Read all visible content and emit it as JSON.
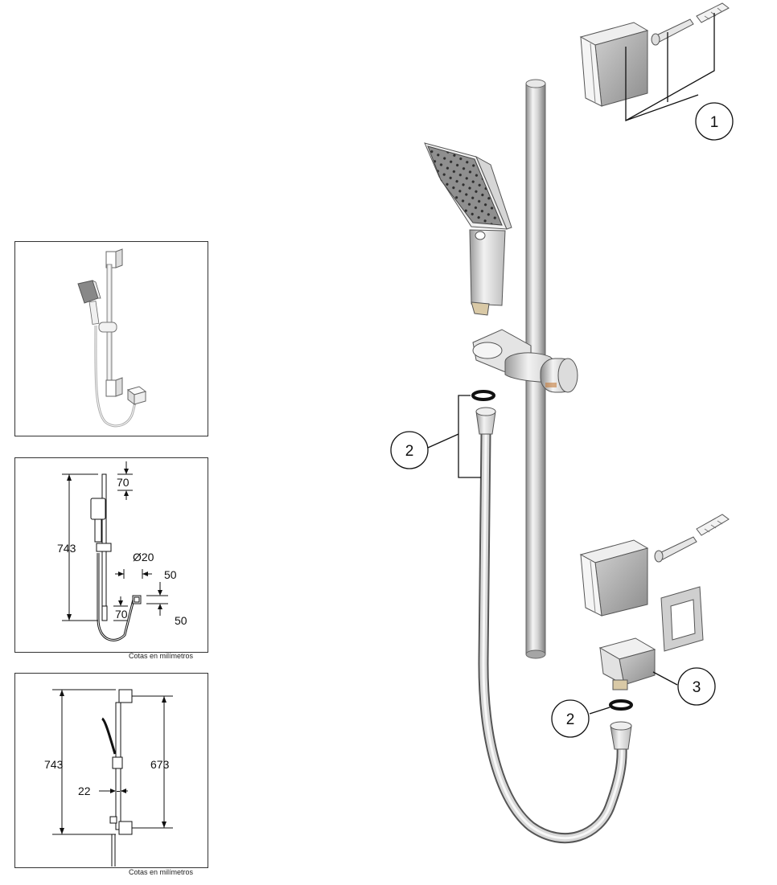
{
  "dimensions_panel": {
    "height_total": "743",
    "top_bracket": "70",
    "bottom_bracket": "70",
    "diameter_label": "Ø20",
    "outlet_width": "50",
    "outlet_height": "50",
    "caption": "Cotas en milímetros"
  },
  "side_panel": {
    "height_total": "743",
    "bracket_spacing": "673",
    "offset": "22",
    "caption": "Cotas en milímetros"
  },
  "callouts": {
    "wall_fixing": "1",
    "washer_top": "2",
    "washer_bottom": "2",
    "wall_outlet": "3"
  },
  "colors": {
    "line": "#222222",
    "chrome_light": "#e8e8e8",
    "chrome_mid": "#b9b9b9",
    "chrome_dark": "#7d7d7d",
    "face_grey": "#a6a6a6"
  }
}
